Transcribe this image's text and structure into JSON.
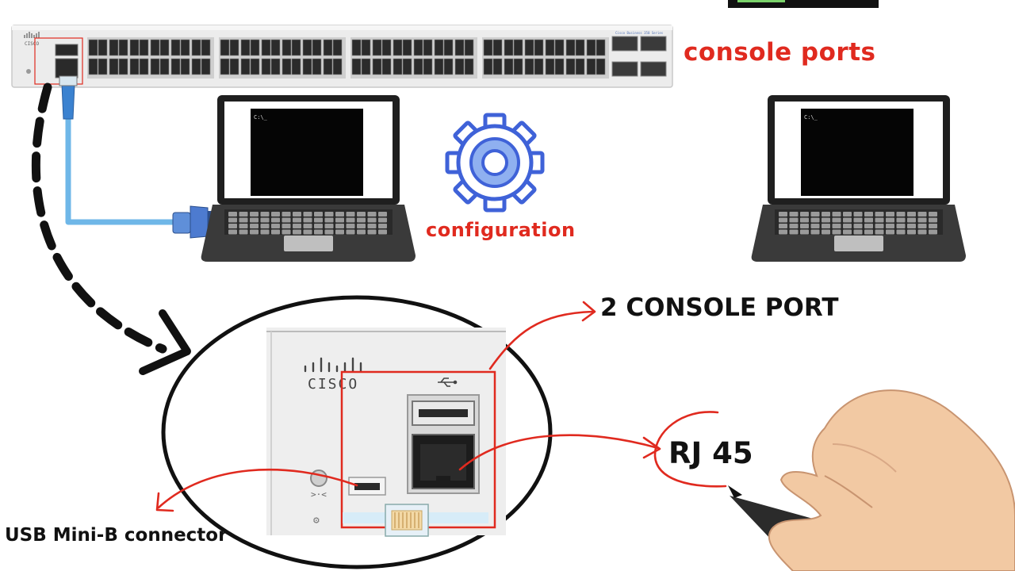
{
  "labels": {
    "console_ports": "console ports",
    "configuration": "configuration",
    "two_console_port": "2 CONSOLE PORT",
    "rj45": "RJ 45",
    "usb_mini_b": "USB Mini-B connector"
  },
  "device": {
    "brand": "CISCO",
    "model_text": "Cisco Business 350 Series"
  },
  "terminal_prompt": "C:\\_",
  "colors": {
    "annotation_red": "#e02a1f",
    "cable_blue": "#6fb7e8",
    "gear_blue": "#3f62d8",
    "gear_light": "#8fb0f0"
  }
}
